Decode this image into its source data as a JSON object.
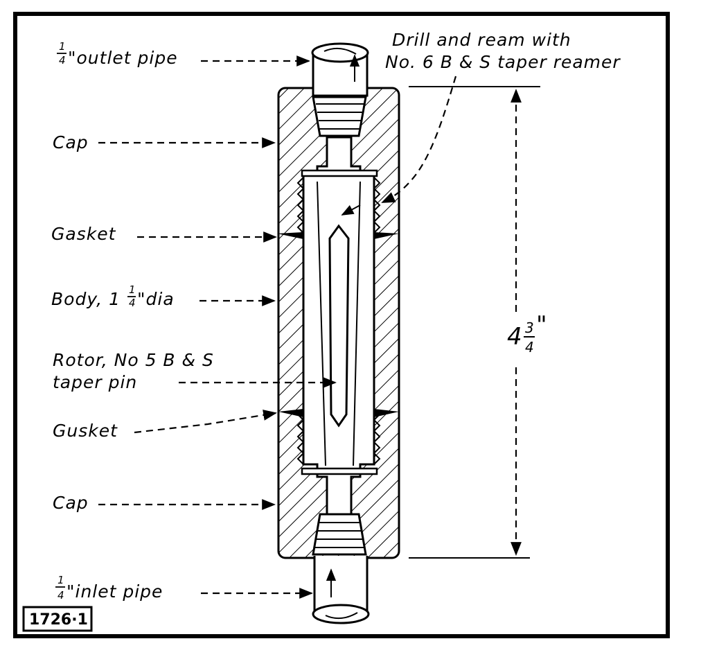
{
  "figure_number": "1726·1",
  "labels": {
    "outlet_pipe": {
      "frac_num": "1",
      "frac_den": "4",
      "text": "\"outlet pipe"
    },
    "reamer_line1": "Drill and ream with",
    "reamer_line2": "No. 6 B & S taper reamer",
    "cap_top": "Cap",
    "gasket_top": "Gasket",
    "body": {
      "prefix": "Body, 1",
      "frac_num": "1",
      "frac_den": "4",
      "suffix": "\"dia"
    },
    "rotor_line1": "Rotor, No 5 B & S",
    "rotor_line2": "taper pin",
    "gasket_bottom": "Gusket",
    "cap_bottom": "Cap",
    "inlet_pipe": {
      "frac_num": "1",
      "frac_den": "4",
      "text": "\"inlet pipe"
    },
    "dimension": {
      "whole": "4",
      "frac_num": "3",
      "frac_den": "4",
      "mark": "\""
    }
  },
  "colors": {
    "ink": "#000000",
    "paper": "#ffffff"
  }
}
